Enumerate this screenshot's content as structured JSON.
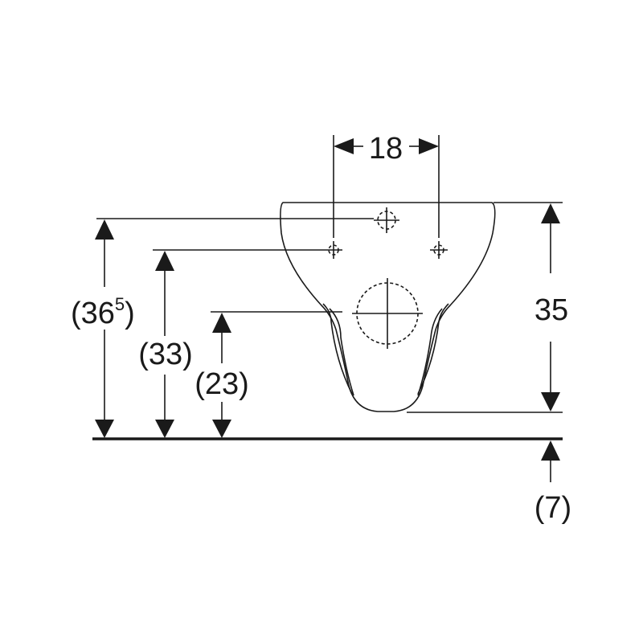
{
  "dimensions": {
    "top_width": "18",
    "overall_height": "35",
    "height_36_5": {
      "main": "(36",
      "sup": "5",
      "close": ")"
    },
    "height_33": "(33)",
    "height_23": "(23)",
    "floor_gap": "(7)"
  },
  "colors": {
    "line": "#1a1a1a",
    "background": "#ffffff"
  }
}
